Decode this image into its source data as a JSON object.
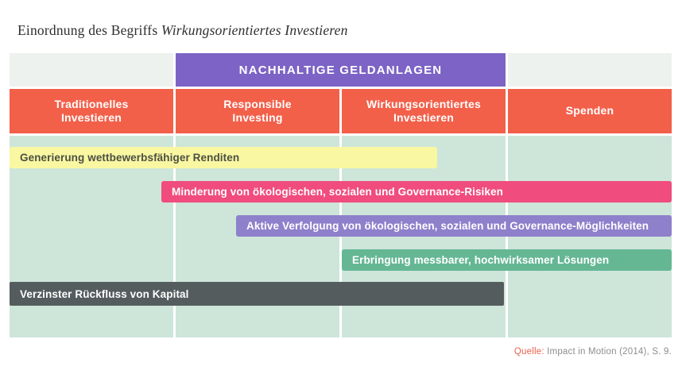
{
  "title": {
    "prefix": "Einordnung des Begriffs ",
    "emphasis": "Wirkungsorientiertes Investieren"
  },
  "header": {
    "label": "NACHHALTIGE GELDANLAGEN"
  },
  "columns": [
    {
      "label": "Traditionelles\nInvestieren"
    },
    {
      "label": "Responsible\nInvesting"
    },
    {
      "label": "Wirkungsorientiertes\nInvestieren"
    },
    {
      "label": "Spenden"
    }
  ],
  "bars": [
    {
      "label": "Generierung wettbewerbsfähiger Renditen",
      "color": "#f9f7a1",
      "text_color": "#4c4f44",
      "spans": "Traditionelles Investieren bis Mitte Wirkungsorientiertes Investieren"
    },
    {
      "label": "Minderung von ökologischen, sozialen und Governance-Risiken",
      "color": "#f04c7d",
      "text_color": "#ffffff",
      "spans": "Ende Traditionelles Investieren bis Spenden"
    },
    {
      "label": "Aktive Verfolgung von ökologischen, sozialen und Governance-Möglichkeiten",
      "color": "#8e80cb",
      "text_color": "#ffffff",
      "spans": "Mitte Responsible Investing bis Spenden"
    },
    {
      "label": "Erbringung messbarer, hochwirksamer Lösungen",
      "color": "#65b794",
      "text_color": "#ffffff",
      "spans": "Wirkungsorientiertes Investieren bis Spenden"
    },
    {
      "label": "Verzinster Rückfluss von Kapital",
      "color": "#555c5e",
      "text_color": "#ffffff",
      "spans": "Traditionelles Investieren bis Wirkungsorientiertes Investieren"
    }
  ],
  "source": {
    "label": "Quelle:",
    "text": " Impact in Motion (2014), S. 9."
  },
  "colors": {
    "header_purple": "#7c63c5",
    "category_orange": "#f2604a",
    "body_mint": "#cee5da",
    "top_band": "#edf2ee",
    "source_accent": "#e8614d",
    "title_text": "#2f2f2f"
  },
  "chart_data": {
    "type": "table",
    "title": "Einordnung des Begriffs Wirkungsorientiertes Investieren",
    "group_header": {
      "label": "NACHHALTIGE GELDANLAGEN",
      "covers_columns": [
        "Responsible Investing",
        "Wirkungsorientiertes Investieren"
      ]
    },
    "categories": [
      "Traditionelles Investieren",
      "Responsible Investing",
      "Wirkungsorientiertes Investieren",
      "Spenden"
    ],
    "series": [
      {
        "name": "Generierung wettbewerbsfähiger Renditen",
        "start_col": 0.0,
        "end_col": 2.6,
        "color": "#f9f7a1"
      },
      {
        "name": "Minderung von ökologischen, sozialen und Governance-Risiken",
        "start_col": 0.92,
        "end_col": 4.0,
        "color": "#f04c7d"
      },
      {
        "name": "Aktive Verfolgung von ökologischen, sozialen und Governance-Möglichkeiten",
        "start_col": 1.37,
        "end_col": 4.0,
        "color": "#8e80cb"
      },
      {
        "name": "Erbringung messbarer, hochwirksamer Lösungen",
        "start_col": 2.0,
        "end_col": 4.0,
        "color": "#65b794"
      },
      {
        "name": "Verzinster Rückfluss von Kapital",
        "start_col": 0.0,
        "end_col": 3.0,
        "color": "#555c5e"
      }
    ],
    "legend_position": "none",
    "grid": false,
    "annotation": "Quelle: Impact in Motion (2014), S. 9."
  }
}
